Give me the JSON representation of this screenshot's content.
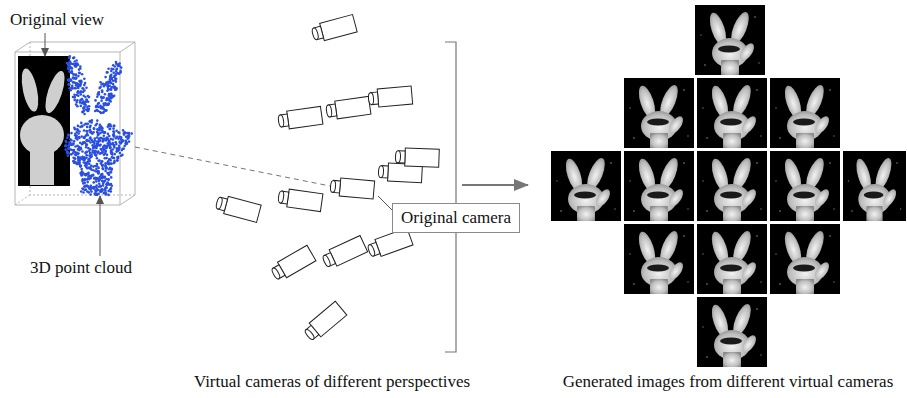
{
  "diagram": {
    "nodes": [
      {
        "text": [
          "Original camera"
        ]
      }
    ],
    "edges": [],
    "labels": [
      "Original view",
      "3D point cloud",
      "Virtual cameras of different perspectives",
      "Generated images from different virtual cameras"
    ]
  }
}
